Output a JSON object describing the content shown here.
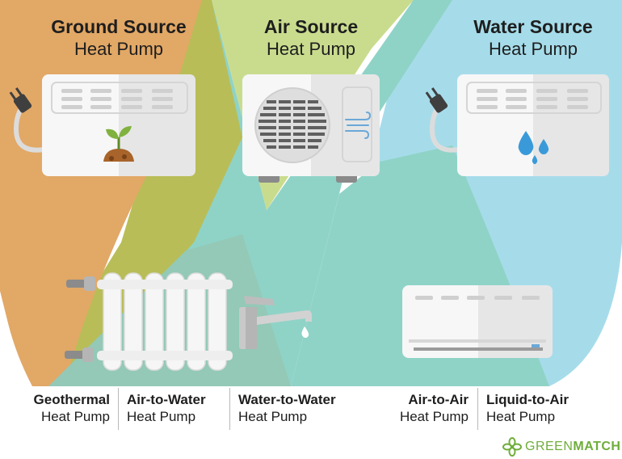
{
  "sources": [
    {
      "bold": "Ground Source",
      "regular": "Heat Pump"
    },
    {
      "bold": "Air Source",
      "regular": "Heat Pump"
    },
    {
      "bold": "Water Source",
      "regular": "Heat Pump"
    }
  ],
  "systems": [
    {
      "bold": "Geothermal",
      "regular": "Heat Pump"
    },
    {
      "bold": "Air-to-Water",
      "regular": "Heat Pump"
    },
    {
      "bold": "Water-to-Water",
      "regular": "Heat Pump"
    },
    {
      "bold": "Air-to-Air",
      "regular": "Heat Pump"
    },
    {
      "bold": "Liquid-to-Air",
      "regular": "Heat Pump"
    }
  ],
  "brand": {
    "green": "GREEN",
    "match": "MATCH"
  },
  "colors": {
    "ground": "#e2a866",
    "air_olive": "#b9bd57",
    "air_light": "#c9dc8e",
    "teal": "#8fd3c7",
    "water": "#a6dcea",
    "bottom_teal": "#93c9b6",
    "unit_white": "#f7f7f7",
    "unit_shade": "#e6e6e6",
    "brand_green": "#6fae3a"
  },
  "icons": [
    "plug-icon",
    "sprout-icon",
    "fan-icon",
    "wind-icon",
    "water-drops-icon",
    "radiator-icon",
    "faucet-icon",
    "wall-ac-icon",
    "greenmatch-logo-icon"
  ]
}
